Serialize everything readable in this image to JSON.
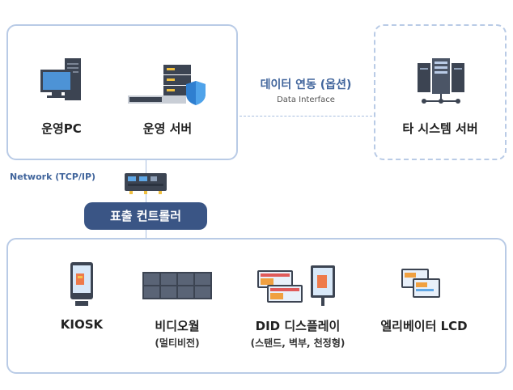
{
  "top": {
    "pc_label": "운영PC",
    "server_label": "운영 서버"
  },
  "link": {
    "title": "데이터 연동 (옵션)",
    "subtitle": "Data Interface"
  },
  "remote": {
    "label": "타 시스템 서버"
  },
  "network": {
    "label": "Network (TCP/IP)"
  },
  "controller": {
    "label": "표출 컨트롤러"
  },
  "devices": {
    "kiosk": "KIOSK",
    "videowall": "비디오월",
    "videowall_sub": "(멀티비전)",
    "did": "DID 디스플레이",
    "did_sub": "(스탠드, 벽부, 천정형)",
    "elevator": "엘리베이터 LCD"
  },
  "colors": {
    "box_border": "#b9cbe6",
    "accent": "#3a5585",
    "link_text": "#41659c"
  }
}
